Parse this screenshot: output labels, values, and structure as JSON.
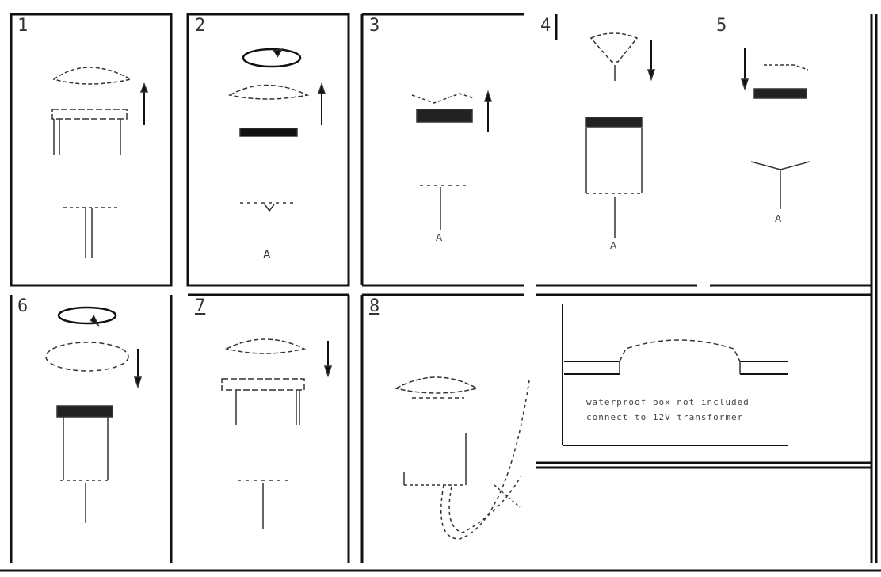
{
  "steps": [
    {
      "label": "1"
    },
    {
      "label": "2"
    },
    {
      "label": "3"
    },
    {
      "label": "4"
    },
    {
      "label": "5"
    },
    {
      "label": "6"
    },
    {
      "label": "7"
    },
    {
      "label": "8"
    }
  ],
  "note": {
    "line1": "waterproof box not included",
    "line2": "connect to 12V transformer"
  }
}
